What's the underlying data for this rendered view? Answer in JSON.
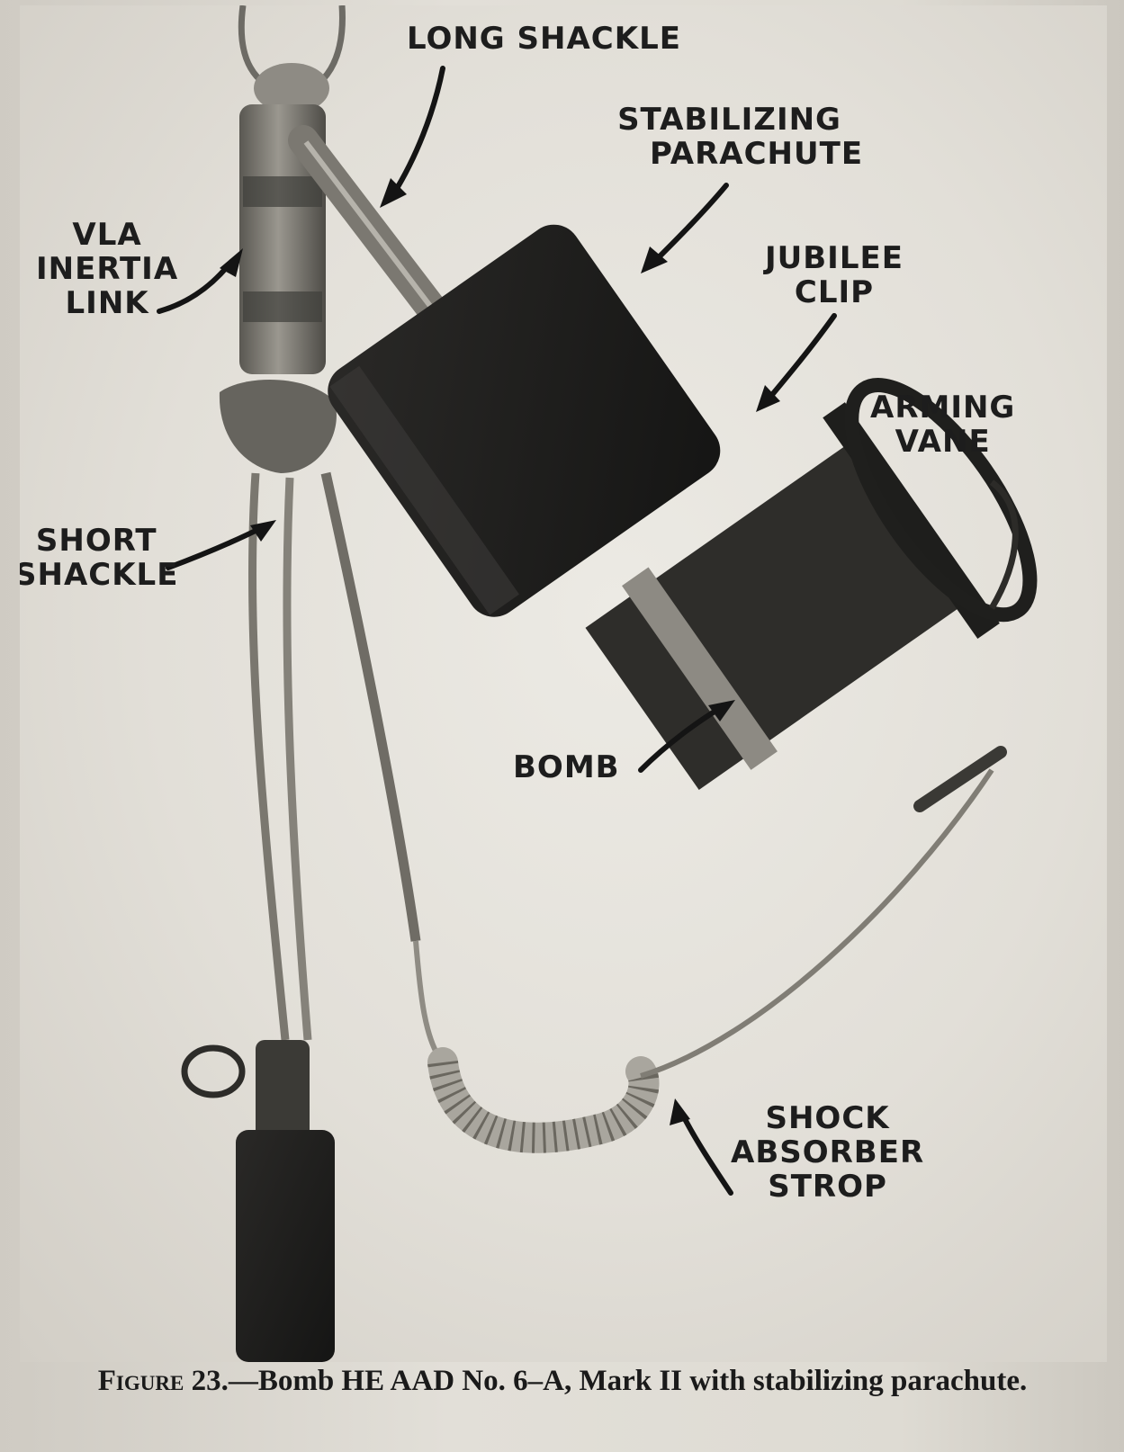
{
  "labels": {
    "long_shackle": "LONG SHACKLE",
    "stabilizing_parachute": [
      "STABILIZING",
      "PARACHUTE"
    ],
    "vla_inertia_link": [
      "VLA",
      "INERTIA",
      "LINK"
    ],
    "jubilee_clip": [
      "JUBILEE",
      "CLIP"
    ],
    "arming_vane": [
      "ARMING",
      "VANE"
    ],
    "short_shackle": [
      "SHORT",
      "SHACKLE"
    ],
    "bomb": "BOMB",
    "shock_absorber_strop": [
      "SHOCK",
      "ABSORBER",
      "STROP"
    ]
  },
  "caption": {
    "figure": "Figure 23.",
    "text": "—Bomb HE AAD No. 6–A, Mark II with stabilizing parachute."
  }
}
